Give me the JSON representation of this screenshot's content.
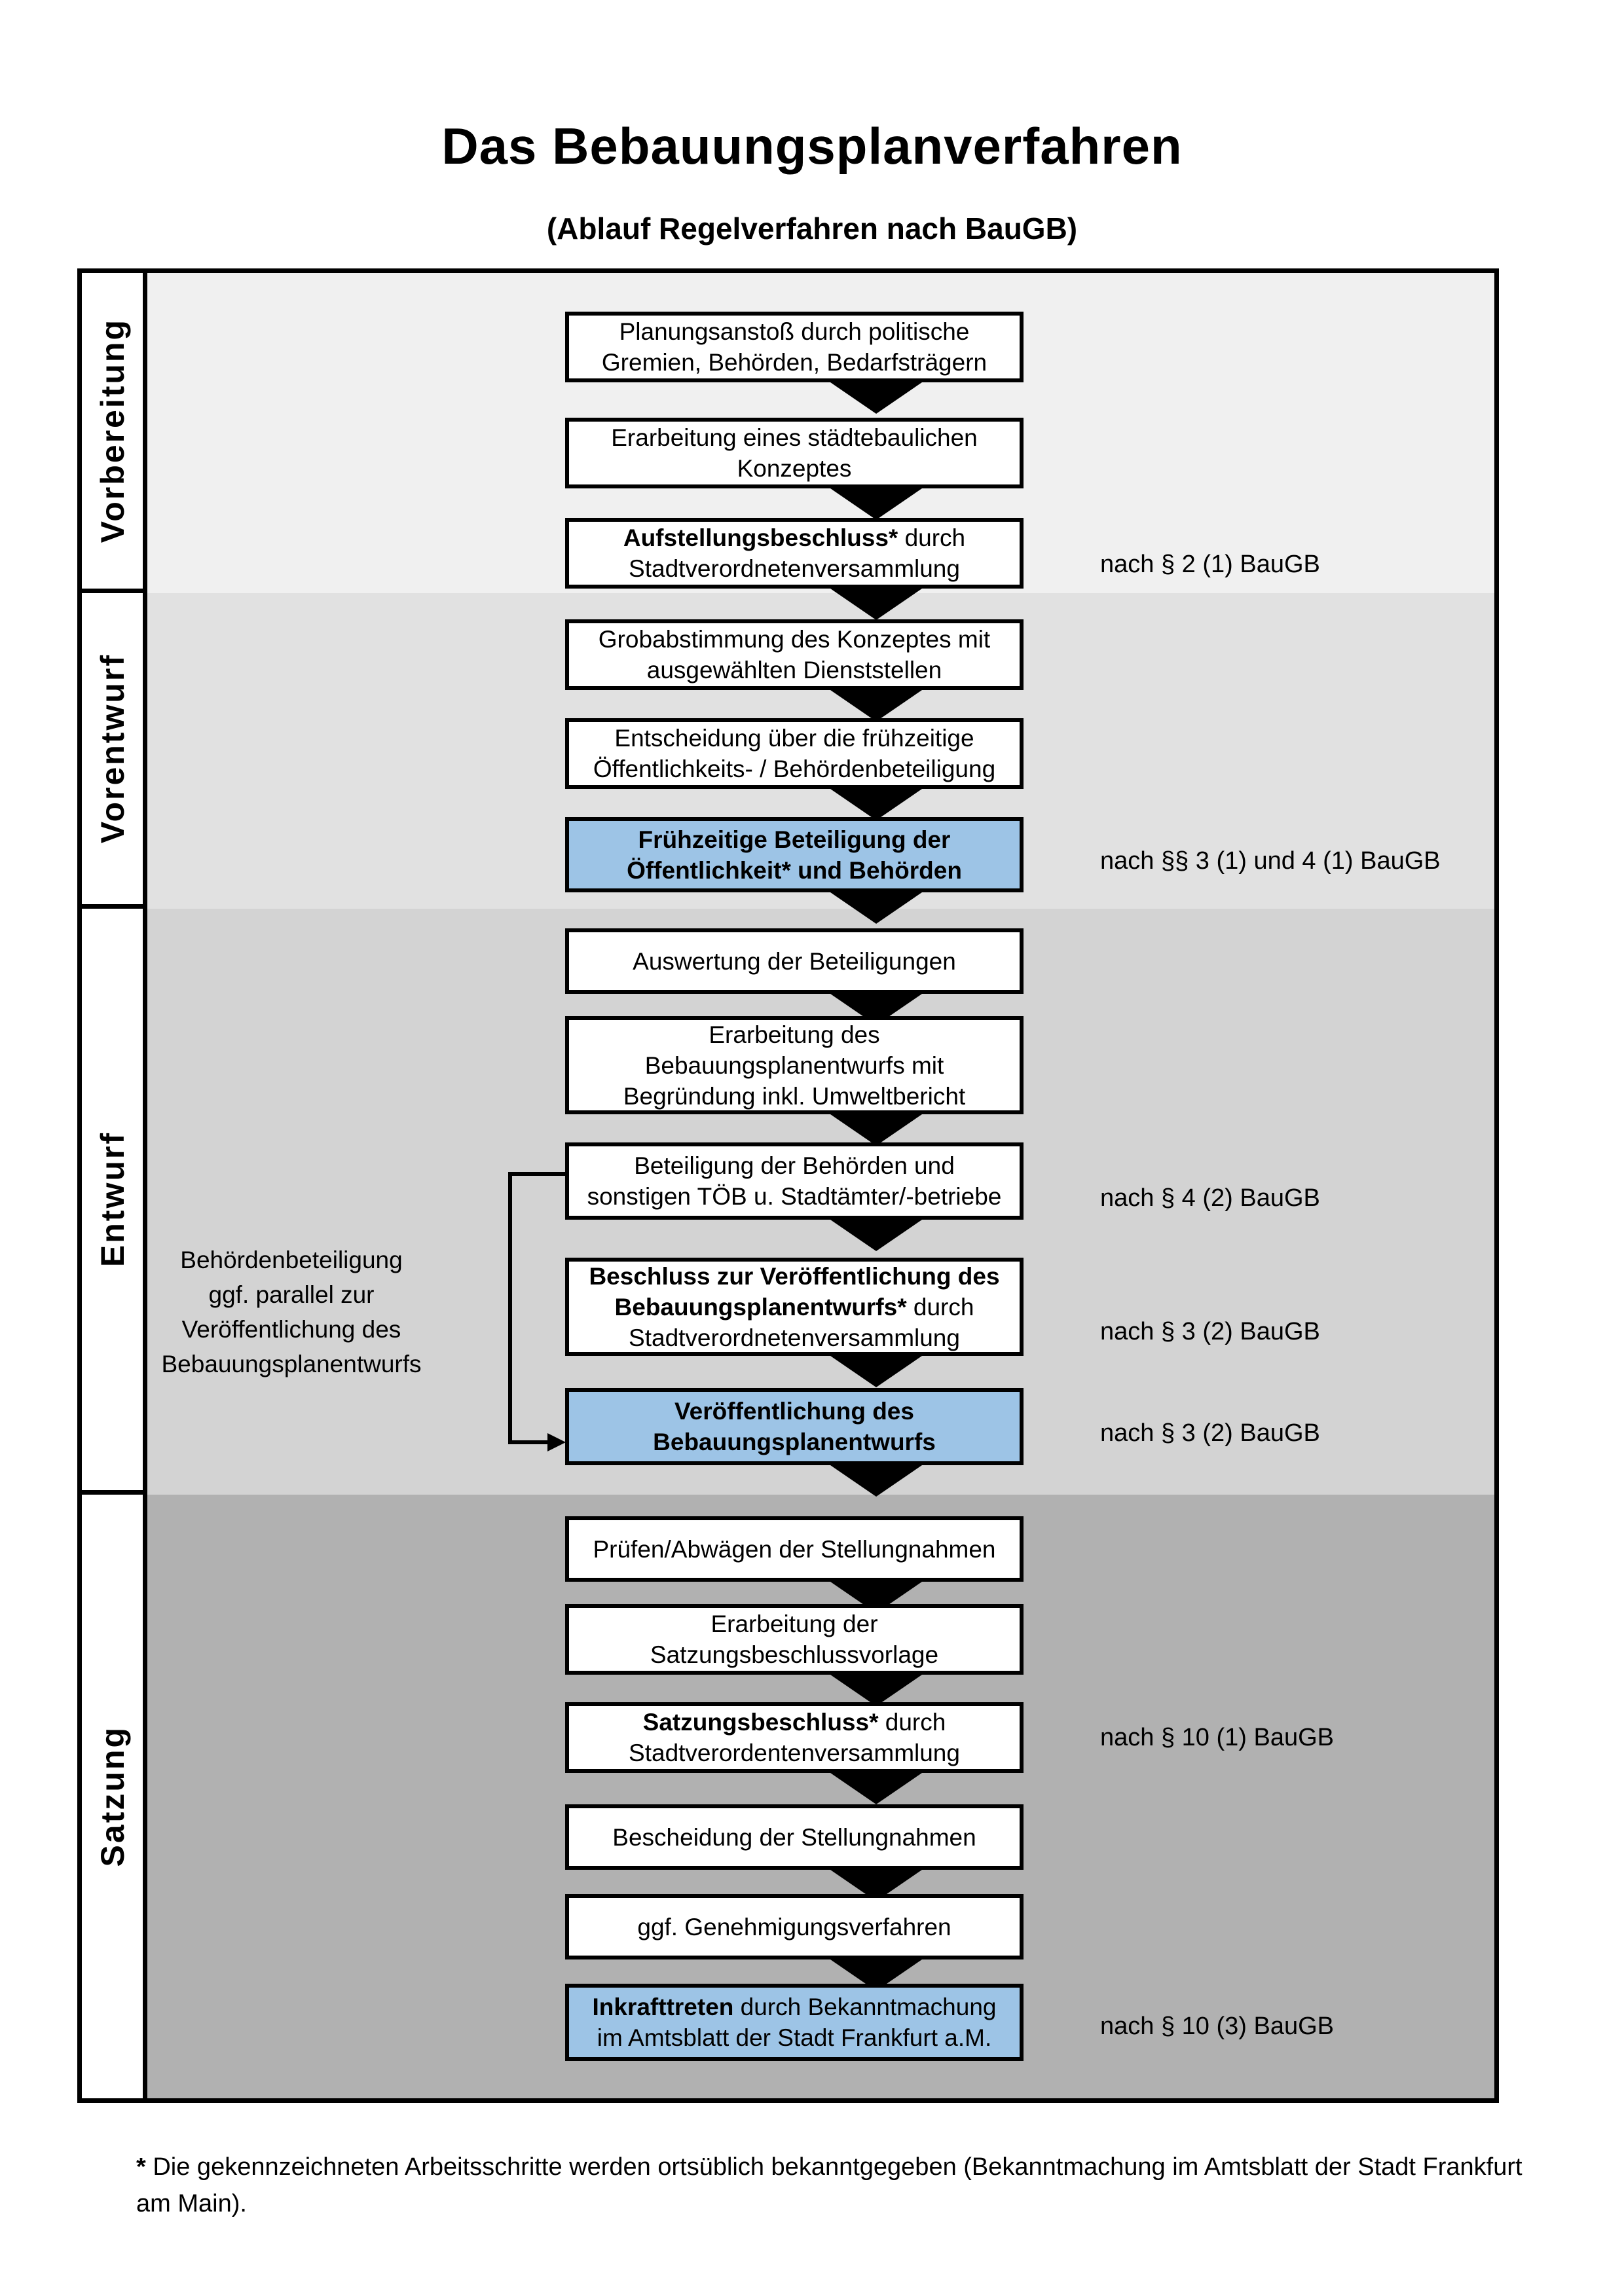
{
  "title": "Das Bebauungsplanverfahren",
  "subtitle": "(Ablauf Regelverfahren nach BauGB)",
  "colors": {
    "highlight": "#9dc4e6",
    "section1_bg": "#f0f0f0",
    "section2_bg": "#e1e1e1",
    "section3_bg": "#d3d3d3",
    "section4_bg": "#b1b1b1"
  },
  "sections": [
    {
      "label": "Vorbereitung"
    },
    {
      "label": "Vorentwurf"
    },
    {
      "label": "Entwurf"
    },
    {
      "label": "Satzung"
    }
  ],
  "boxes": [
    {
      "lines": [
        {
          "b": "",
          "r": "Planungsanstoß durch politische"
        },
        {
          "b": "",
          "r": "Gremien, Behörden, Bedarfsträgern"
        }
      ]
    },
    {
      "lines": [
        {
          "b": "",
          "r": "Erarbeitung eines städtebaulichen"
        },
        {
          "b": "",
          "r": "Konzeptes"
        }
      ]
    },
    {
      "lines": [
        {
          "b": "Aufstellungsbeschluss*",
          "r": " durch"
        },
        {
          "b": "",
          "r": "Stadtverordnetenversammlung"
        }
      ]
    },
    {
      "lines": [
        {
          "b": "",
          "r": "Grobabstimmung des Konzeptes mit"
        },
        {
          "b": "",
          "r": "ausgewählten Dienststellen"
        }
      ]
    },
    {
      "lines": [
        {
          "b": "",
          "r": "Entscheidung über die frühzeitige"
        },
        {
          "b": "",
          "r": "Öffentlichkeits- / Behördenbeteiligung"
        }
      ]
    },
    {
      "highlight": true,
      "lines": [
        {
          "b": "Frühzeitige Beteiligung der",
          "r": ""
        },
        {
          "b": "Öffentlichkeit* und Behörden",
          "r": ""
        }
      ]
    },
    {
      "lines": [
        {
          "b": "",
          "r": "Auswertung der Beteiligungen"
        }
      ]
    },
    {
      "lines": [
        {
          "b": "",
          "r": "Erarbeitung des"
        },
        {
          "b": "",
          "r": "Bebauungsplanentwurfs mit"
        },
        {
          "b": "",
          "r": "Begründung inkl. Umweltbericht"
        }
      ]
    },
    {
      "lines": [
        {
          "b": "",
          "r": "Beteiligung der Behörden und"
        },
        {
          "b": "",
          "r": "sonstigen TÖB u. Stadtämter/-betriebe"
        }
      ]
    },
    {
      "lines": [
        {
          "b": "Beschluss zur Veröffentlichung des",
          "r": ""
        },
        {
          "b": "Bebauungsplanentwurfs*",
          "r": " durch"
        },
        {
          "b": "",
          "r": "Stadtverordnetenversammlung"
        }
      ]
    },
    {
      "highlight": true,
      "lines": [
        {
          "b": "Veröffentlichung des",
          "r": ""
        },
        {
          "b": "Bebauungsplanentwurfs",
          "r": ""
        }
      ]
    },
    {
      "lines": [
        {
          "b": "",
          "r": "Prüfen/Abwägen der Stellungnahmen"
        }
      ]
    },
    {
      "lines": [
        {
          "b": "",
          "r": "Erarbeitung der"
        },
        {
          "b": "",
          "r": "Satzungsbeschlussvorlage"
        }
      ]
    },
    {
      "lines": [
        {
          "b": "Satzungsbeschluss*",
          "r": " durch"
        },
        {
          "b": "",
          "r": "Stadtverordentenversammlung"
        }
      ]
    },
    {
      "lines": [
        {
          "b": "",
          "r": "Bescheidung der Stellungnahmen"
        }
      ]
    },
    {
      "lines": [
        {
          "b": "",
          "r": "ggf. Genehmigungsverfahren"
        }
      ]
    },
    {
      "highlight": true,
      "lines": [
        {
          "b": "Inkrafttreten",
          "r": " durch Bekanntmachung"
        },
        {
          "b": "",
          "r": "im Amtsblatt der Stadt Frankfurt a.M."
        }
      ]
    }
  ],
  "annotations": [
    {
      "text": "nach § 2 (1) BauGB"
    },
    {
      "text": "nach §§ 3 (1) und 4 (1) BauGB"
    },
    {
      "text": "nach § 4 (2) BauGB"
    },
    {
      "text": "nach § 3 (2) BauGB"
    },
    {
      "text": "nach § 3 (2) BauGB"
    },
    {
      "text": "nach § 10 (1) BauGB"
    },
    {
      "text": "nach § 10 (3) BauGB"
    }
  ],
  "side_note": {
    "lines": [
      "Behördenbeteiligung",
      "ggf. parallel zur",
      "Veröffentlichung des",
      "Bebauungsplanentwurfs"
    ]
  },
  "footnote": {
    "marker": "*",
    "text": " Die gekennzeichneten Arbeitsschritte werden ortsüblich bekanntgegeben (Bekanntmachung im Amtsblatt  der Stadt Frankfurt am Main)."
  }
}
